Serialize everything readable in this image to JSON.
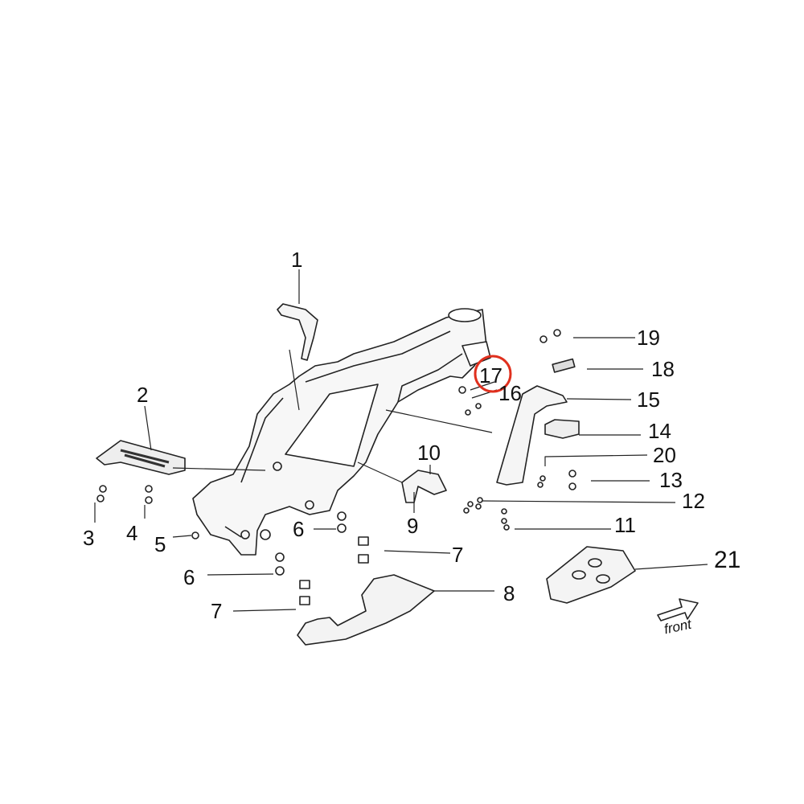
{
  "diagram": {
    "title": "Frame parts exploded view",
    "highlight_color": "#e0301e",
    "highlighted_part": "17",
    "callouts": [
      "1",
      "2",
      "3",
      "4",
      "5",
      "6",
      "6",
      "7",
      "7",
      "8",
      "9",
      "10",
      "11",
      "12",
      "13",
      "14",
      "15",
      "16",
      "17",
      "18",
      "19",
      "20",
      "21"
    ],
    "direction_label": "front"
  }
}
